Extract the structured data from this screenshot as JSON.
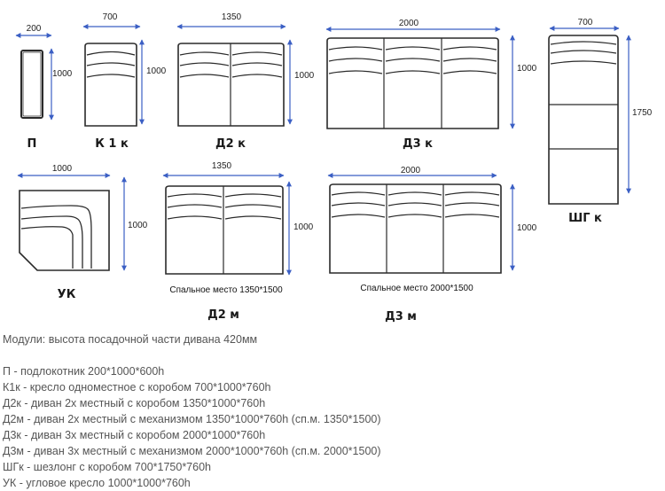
{
  "modules": {
    "p": {
      "label": "П",
      "w": "200",
      "h": "1000"
    },
    "k1k": {
      "label": "К 1 к",
      "w": "700",
      "h": "1000"
    },
    "d2k": {
      "label": "Д2 к",
      "w": "1350",
      "h": "1000"
    },
    "d3k": {
      "label": "Д3 к",
      "w": "2000",
      "h": "1000"
    },
    "shgk": {
      "label": "ШГ к",
      "w": "700",
      "h": "1750"
    },
    "uk": {
      "label": "УК",
      "w": "1000",
      "h": "1000"
    },
    "d2m": {
      "label": "Д2 м",
      "w": "1350",
      "h": "1000",
      "caption": "Спальное место 1350*1500"
    },
    "d3m": {
      "label": "Д3 м",
      "w": "2000",
      "h": "1000",
      "caption": "Спальное место 2000*1500"
    }
  },
  "description": {
    "intro": "Модули: высота посадочной части дивана 420мм",
    "lines": [
      "П - подлокотник 200*1000*600h",
      "К1к - кресло одноместное с коробом 700*1000*760h",
      "Д2к - диван 2х местный с коробом 1350*1000*760h",
      "Д2м - диван 2х местный с механизмом 1350*1000*760h (сп.м. 1350*1500)",
      "Д3к - диван 3х местный с коробом 2000*1000*760h",
      "Д3м - диван 3х местный с механизмом 2000*1000*760h (сп.м. 2000*1500)",
      "ШГк - шезлонг с коробом 700*1750*760h",
      "УК - угловое кресло 1000*1000*760h"
    ]
  },
  "colors": {
    "dimension": "#3b5fc4",
    "outline": "#2a2a2a"
  }
}
